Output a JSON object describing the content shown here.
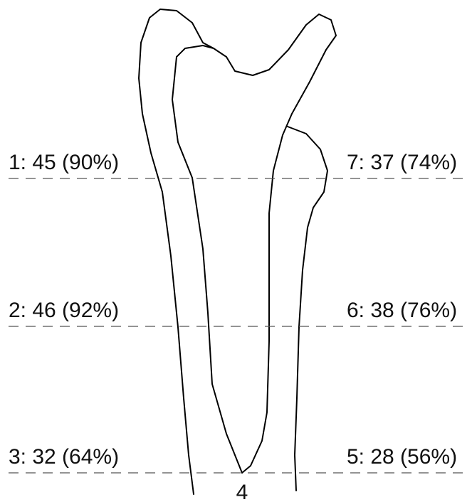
{
  "labels": {
    "m1": "1: 45 (90%)",
    "m2": "2: 46 (92%)",
    "m3": "3: 32 (64%)",
    "m4": "4",
    "m5": "5: 28 (56%)",
    "m6": "6: 38 (76%)",
    "m7": "7: 37 (74%)"
  }
}
